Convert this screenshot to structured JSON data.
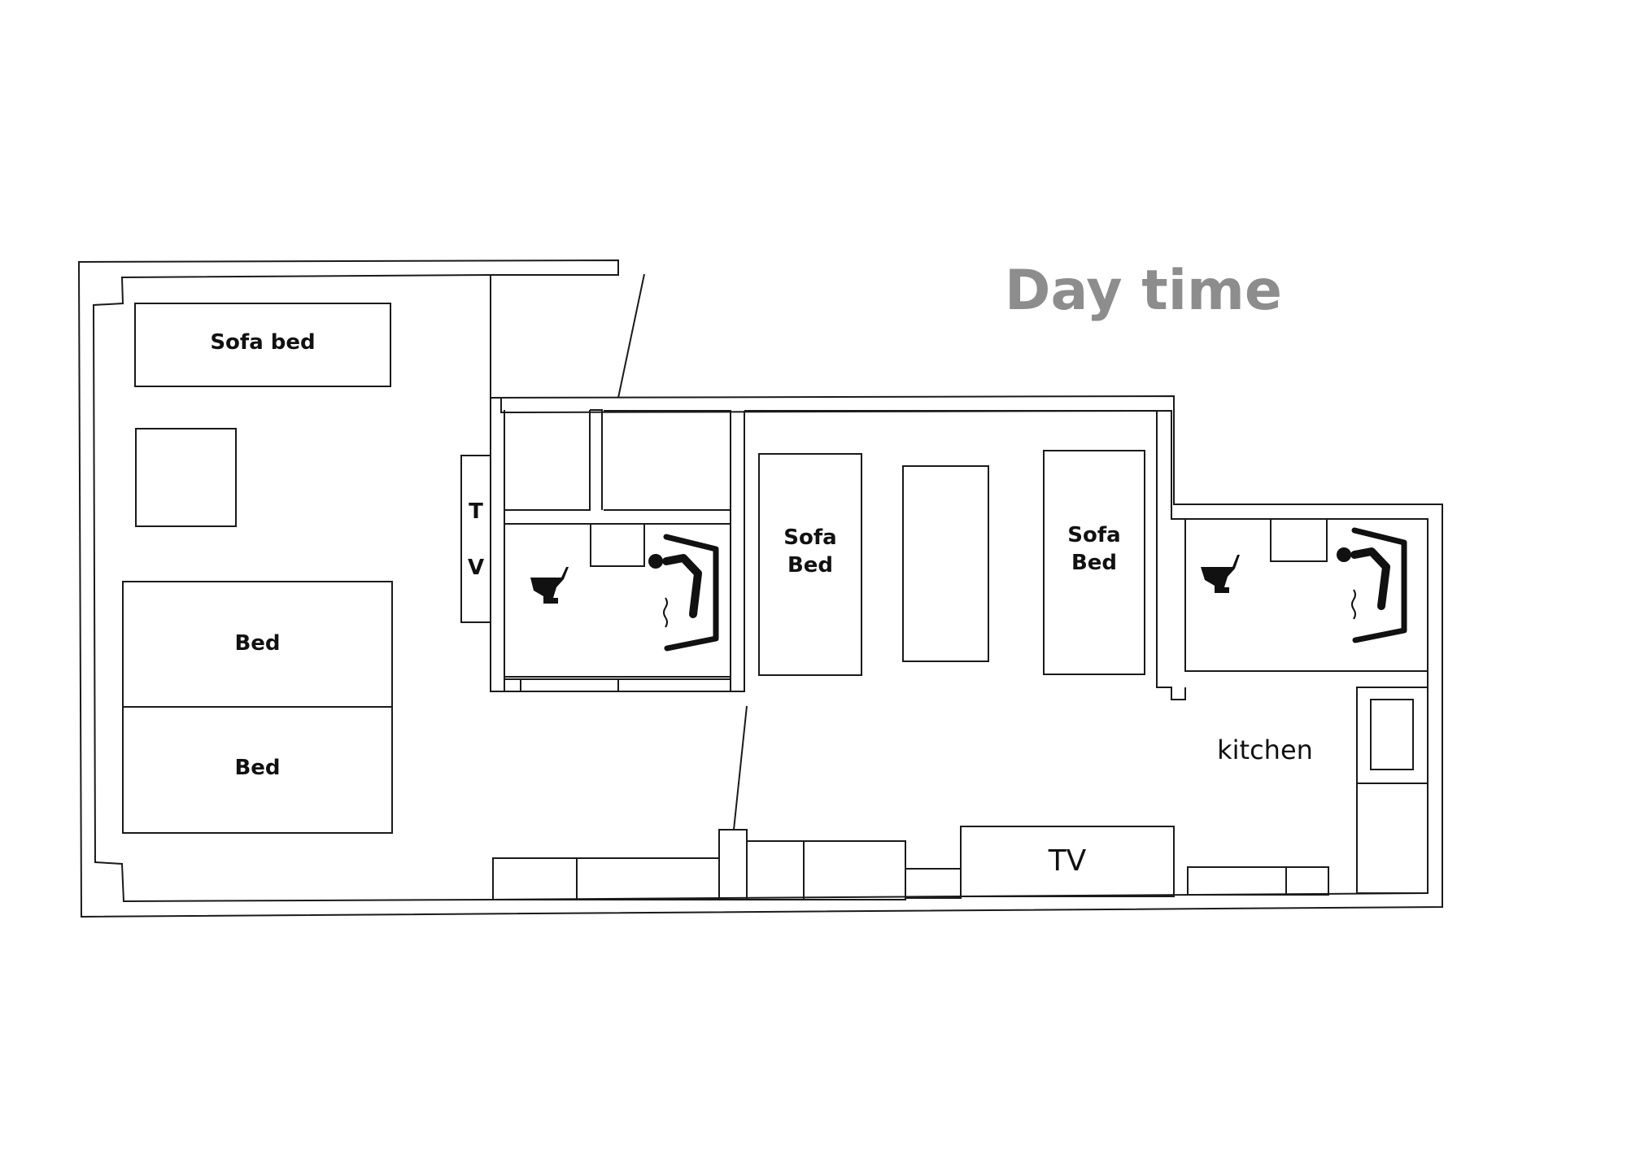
{
  "title": "Day time",
  "labels": {
    "sofa_bed_top": "Sofa bed",
    "bed_1": "Bed",
    "bed_2": "Bed",
    "tv_side_t": "T",
    "tv_side_v": "V",
    "sofa_bed_mid_left": "Sofa\nBed",
    "sofa_bed_mid_right": "Sofa\nBed",
    "kitchen": "kitchen",
    "tv_bottom": "TV"
  },
  "icons": [
    "toilet-icon",
    "bathtub-icon",
    "toilet-icon",
    "bathtub-icon"
  ],
  "colors": {
    "line": "#1a1a1a",
    "title": "#8d8d8d"
  }
}
